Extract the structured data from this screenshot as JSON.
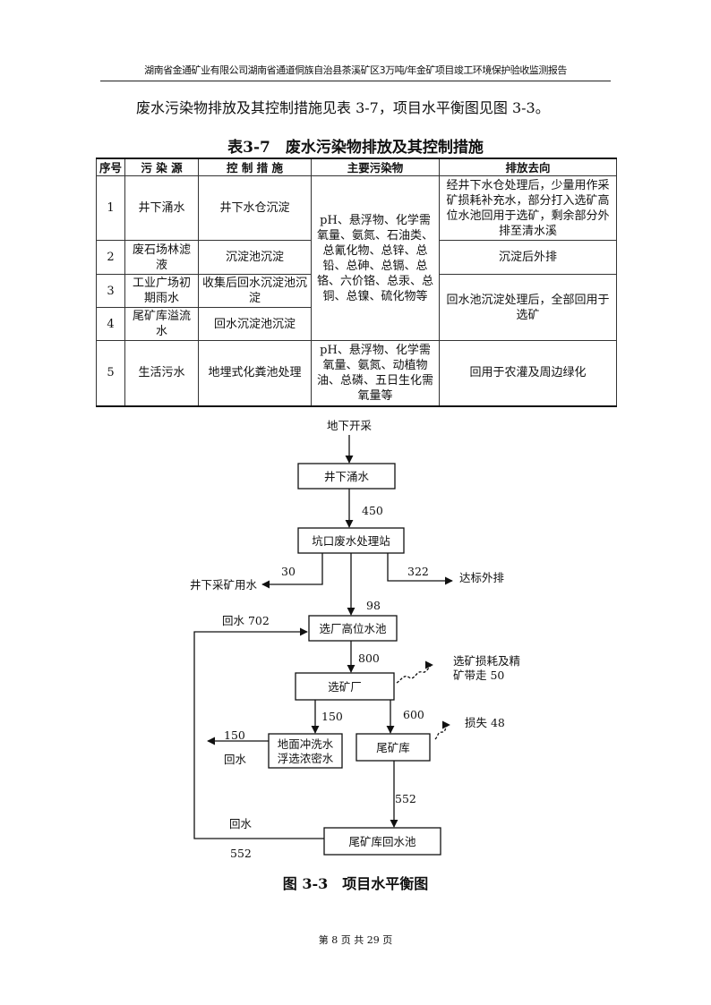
{
  "header": "湖南省金通矿业有限公司湖南省通道侗族自治县茶溪矿区3万吨/年金矿项目竣工环境保护验收监测报告",
  "intro": "废水污染物排放及其控制措施见表 3-7，项目水平衡图见图 3-3。",
  "table": {
    "title": "表3-7　废水污染物排放及其控制措施",
    "headers": [
      "序号",
      "污 染 源",
      "控 制 措 施",
      "主要污染物",
      "排放去向"
    ],
    "rows": [
      {
        "no": "1",
        "source": "井下涌水",
        "measure": "井下水仓沉淀",
        "dest": "经井下水仓处理后，少量用作采矿损耗补充水，部分打入选矿高位水池回用于选矿，剩余部分外排至清水溪"
      },
      {
        "no": "2",
        "source": "废石场林滤液",
        "measure": "沉淀池沉淀",
        "dest": "沉淀后外排"
      },
      {
        "no": "3",
        "source": "工业广场初期雨水",
        "measure": "收集后回水沉淀池沉淀",
        "dest": "回水池沉淀处理后，全部回用于选矿"
      },
      {
        "no": "4",
        "source": "尾矿库溢流水",
        "measure": "回水沉淀池沉淀"
      },
      {
        "no": "5",
        "source": "生活污水",
        "measure": "地埋式化粪池处理",
        "pollutants": "pH、悬浮物、化学需氧量、氨氮、动植物油、总磷、五日生化需氧量等",
        "dest": "回用于农灌及周边绿化"
      }
    ],
    "pollutants_1_4": "pH、悬浮物、化学需氧量、氨氮、石油类、总氰化物、总锌、总铅、总砷、总镉、总铬、六价铬、总汞、总铜、总镍、硫化物等"
  },
  "diagram": {
    "top_label": "地下开采",
    "nodes": {
      "well": "井下涌水",
      "station": "坑口废水处理站",
      "pool": "选厂高位水池",
      "plant": "选矿厂",
      "floor_line1": "地面冲洗水",
      "floor_line2": "浮选浓密水",
      "tailings": "尾矿库",
      "return_pool": "尾矿库回水池"
    },
    "flows": {
      "f450": "450",
      "f30": "30",
      "mine_use": "井下采矿用水",
      "f322": "322",
      "discharge": "达标外排",
      "f98": "98",
      "return702": "回水 702",
      "f800": "800",
      "loss_line1": "选矿损耗及精",
      "loss_line2": "矿带走 50",
      "f150a": "150",
      "f600": "600",
      "loss48": "损失 48",
      "f150b": "150",
      "huishui1": "回水",
      "f552a": "552",
      "huishui2": "回水",
      "f552b": "552"
    },
    "caption": "图 3-3　项目水平衡图"
  },
  "footer": "第 8 页 共 29 页"
}
